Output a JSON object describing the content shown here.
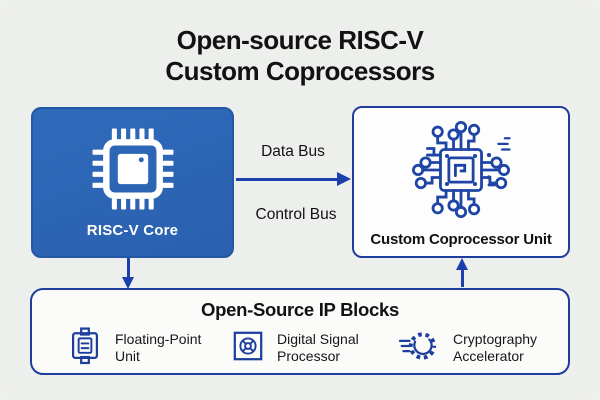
{
  "title": {
    "line1": "Open-source RISC-V",
    "line2": "Custom Coprocessors"
  },
  "colors": {
    "background": "#edefec",
    "core_fill_blue": "#2b64b4",
    "border_navy": "#1e3e9e",
    "arrow_blue": "#1c3fae",
    "icon_blue": "#1e44a5",
    "text_dark": "#121212",
    "core_label_white": "#ffffff"
  },
  "nodes": {
    "riscv_core": {
      "label": "RISC-V Core",
      "icon": "cpu-chip-icon"
    },
    "coprocessor": {
      "label": "Custom Coprocessor Unit",
      "icon": "circuit-chip-icon"
    },
    "ip_blocks": {
      "title": "Open-Source IP Blocks",
      "items": [
        {
          "icon": "fpu-chip-icon",
          "label_line1": "Floating-Point",
          "label_line2": "Unit"
        },
        {
          "icon": "dsp-target-icon",
          "label_line1": "Digital Signal",
          "label_line2": "Processor"
        },
        {
          "icon": "crypto-gear-icon",
          "label_line1": "Cryptography",
          "label_line2": "Accelerator"
        }
      ]
    }
  },
  "edges": {
    "data_bus": {
      "label": "Data Bus"
    },
    "control_bus": {
      "label": "Control Bus"
    },
    "core_to_ip": {
      "label": ""
    },
    "ip_to_copro": {
      "label": ""
    }
  }
}
